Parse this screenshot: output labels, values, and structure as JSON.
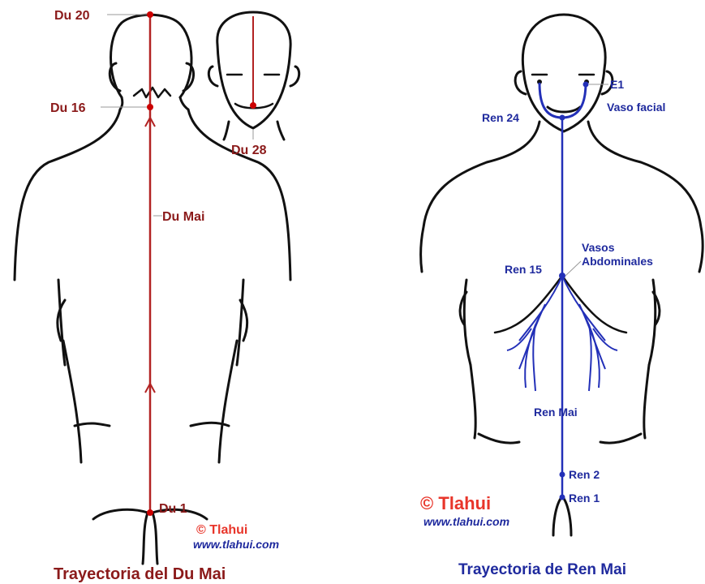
{
  "left_figure": {
    "points": {
      "du20": "Du 20",
      "du16": "Du 16",
      "du28": "Du 28",
      "du_mai": "Du Mai",
      "du1": "Du 1"
    },
    "copyright": "© Tlahui",
    "url": "www.tlahui.com",
    "caption": "Trayectoria del Du Mai",
    "colors": {
      "meridian": "#b22222",
      "label": "#8b1a1a"
    }
  },
  "right_figure": {
    "points": {
      "e1": "E1",
      "vaso_facial": "Vaso facial",
      "ren24": "Ren 24",
      "vasos_abdominales_1": "Vasos",
      "vasos_abdominales_2": "Abdominales",
      "ren15": "Ren 15",
      "ren_mai": "Ren Mai",
      "ren2": "Ren 2",
      "ren1": "Ren 1"
    },
    "copyright": "© Tlahui",
    "url": "www.tlahui.com",
    "caption": "Trayectoria de Ren Mai",
    "colors": {
      "meridian": "#2330b8",
      "label": "#1f2a9e"
    }
  }
}
